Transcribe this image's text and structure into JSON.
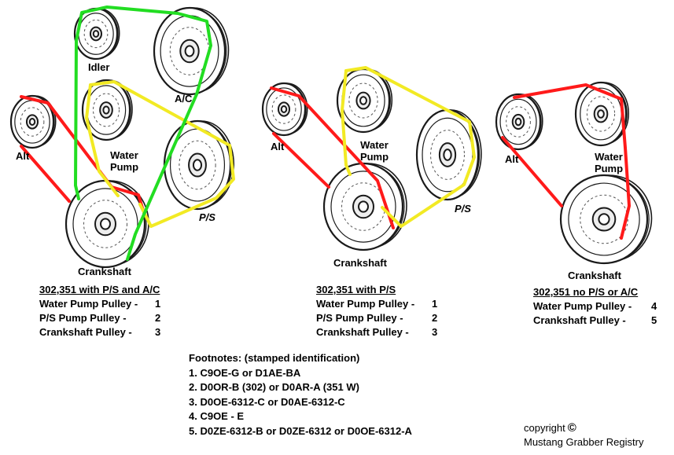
{
  "colors": {
    "belt_red": "#ff1a1a",
    "belt_yellow": "#f2ea24",
    "belt_green": "#22dd22",
    "pulley_ink": "#1a1a1a",
    "pulley_shade": "#d8d8d8"
  },
  "diagram1": {
    "labels": {
      "idler": "Idler",
      "ac": "A/C",
      "alt": "Alt",
      "water_pump": "Water\nPump",
      "ps": "P/S",
      "crankshaft": "Crankshaft"
    },
    "spec": {
      "heading": "302,351 with P/S and A/C",
      "rows": [
        {
          "label": "Water Pump Pulley -",
          "value": "1"
        },
        {
          "label": "P/S Pump Pulley -",
          "value": "2"
        },
        {
          "label": "Crankshaft Pulley -",
          "value": "3"
        }
      ]
    }
  },
  "diagram2": {
    "labels": {
      "alt": "Alt",
      "water_pump": "Water\nPump",
      "ps": "P/S",
      "crankshaft": "Crankshaft"
    },
    "spec": {
      "heading": "302,351 with P/S",
      "rows": [
        {
          "label": "Water Pump Pulley -",
          "value": "1"
        },
        {
          "label": "P/S Pump Pulley -",
          "value": "2"
        },
        {
          "label": "Crankshaft Pulley -",
          "value": "3"
        }
      ]
    }
  },
  "diagram3": {
    "labels": {
      "alt": "Alt",
      "water_pump": "Water\nPump",
      "crankshaft": "Crankshaft"
    },
    "spec": {
      "heading": "302,351 no P/S or A/C",
      "rows": [
        {
          "label": "Water Pump Pulley -",
          "value": "4"
        },
        {
          "label": "Crankshaft Pulley -",
          "value": "5"
        }
      ]
    }
  },
  "footnotes": {
    "heading": "Footnotes: (stamped identification)",
    "items": [
      "1.  C9OE-G  or  D1AE-BA",
      "2.  D0OR-B (302) or D0AR-A (351 W)",
      "3.  D0OE-6312-C  or  D0AE-6312-C",
      "4.  C9OE - E",
      "5.  D0ZE-6312-B or D0ZE-6312 or D0OE-6312-A"
    ]
  },
  "copyright": {
    "text": "copyright",
    "symbol": "©",
    "owner": "Mustang Grabber Registry"
  }
}
